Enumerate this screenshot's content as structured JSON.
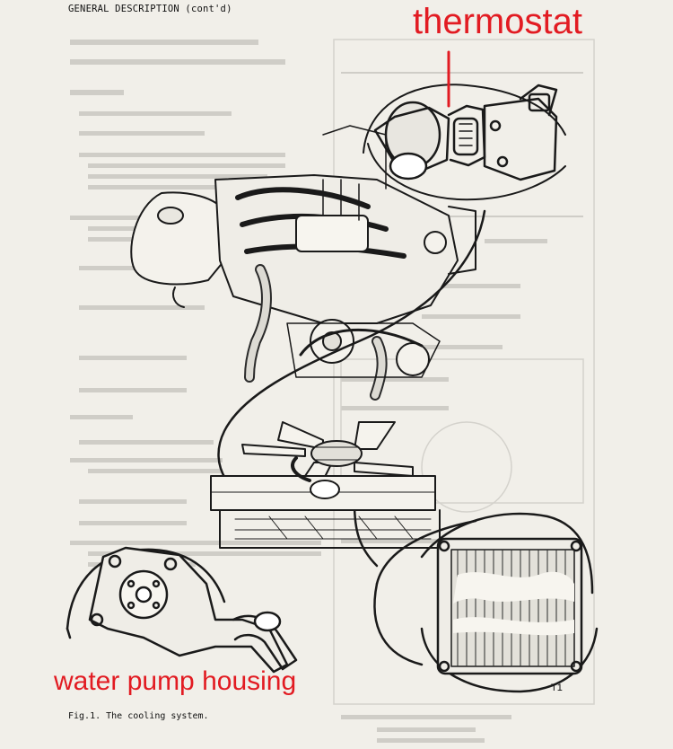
{
  "header": "GENERAL DESCRIPTION (cont'd)",
  "labels": {
    "thermostat": "thermostat",
    "water_pump_housing": "water pump housing"
  },
  "figure_mark": "T1",
  "caption": "Fig.1. The cooling system.",
  "colors": {
    "annotation_red": "#e21b22",
    "paper": "#f1efe9",
    "ink": "#1a1a1a",
    "show_through": "#c9c7c1"
  }
}
